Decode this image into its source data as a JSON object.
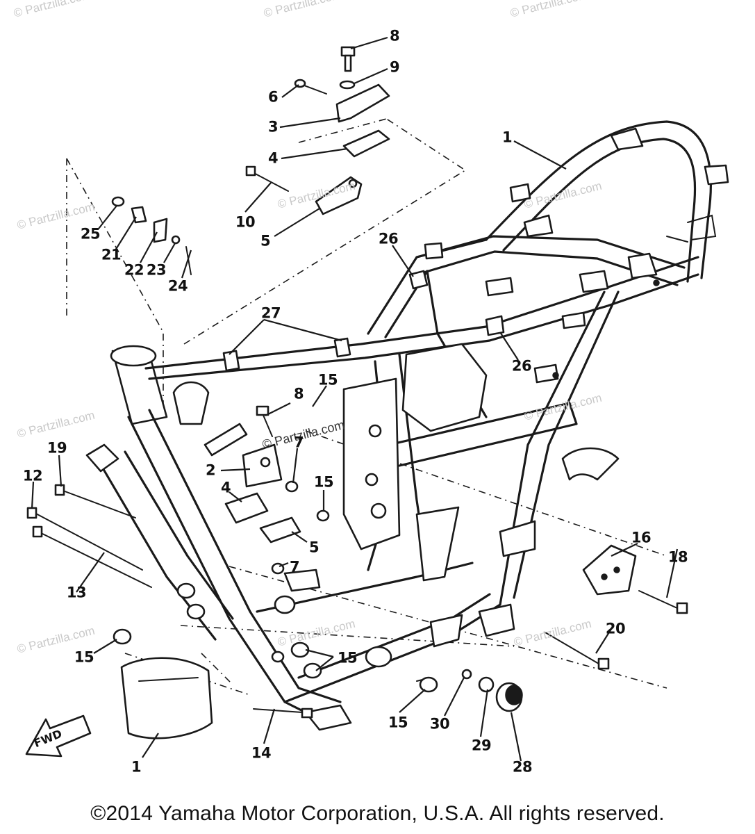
{
  "diagram": {
    "callouts": [
      {
        "id": "c8a",
        "label": "8"
      },
      {
        "id": "c9",
        "label": "9"
      },
      {
        "id": "c6",
        "label": "6"
      },
      {
        "id": "c3",
        "label": "3"
      },
      {
        "id": "c4a",
        "label": "4"
      },
      {
        "id": "c10",
        "label": "10"
      },
      {
        "id": "c5a",
        "label": "5"
      },
      {
        "id": "c1a",
        "label": "1"
      },
      {
        "id": "c25",
        "label": "25"
      },
      {
        "id": "c21",
        "label": "21"
      },
      {
        "id": "c22",
        "label": "22"
      },
      {
        "id": "c23",
        "label": "23"
      },
      {
        "id": "c24",
        "label": "24"
      },
      {
        "id": "c26a",
        "label": "26"
      },
      {
        "id": "c27",
        "label": "27"
      },
      {
        "id": "c26b",
        "label": "26"
      },
      {
        "id": "c15a",
        "label": "15"
      },
      {
        "id": "c8b",
        "label": "8"
      },
      {
        "id": "c7a",
        "label": "7"
      },
      {
        "id": "c2",
        "label": "2"
      },
      {
        "id": "c19",
        "label": "19"
      },
      {
        "id": "c12",
        "label": "12"
      },
      {
        "id": "c4b",
        "label": "4"
      },
      {
        "id": "c15b",
        "label": "15"
      },
      {
        "id": "c5b",
        "label": "5"
      },
      {
        "id": "c7b",
        "label": "7"
      },
      {
        "id": "c13",
        "label": "13"
      },
      {
        "id": "c16",
        "label": "16"
      },
      {
        "id": "c18",
        "label": "18"
      },
      {
        "id": "c20",
        "label": "20"
      },
      {
        "id": "c15c",
        "label": "15"
      },
      {
        "id": "c15d",
        "label": "15"
      },
      {
        "id": "c15e",
        "label": "15"
      },
      {
        "id": "c30",
        "label": "30"
      },
      {
        "id": "c29",
        "label": "29"
      },
      {
        "id": "c28",
        "label": "28"
      },
      {
        "id": "c14",
        "label": "14"
      },
      {
        "id": "c1b",
        "label": "1"
      }
    ],
    "fwd_label": "FWD",
    "watermark_text": "© Partzilla.com",
    "center_watermark": "© Partzilla.com"
  },
  "footer": {
    "copyright": "©2014  Yamaha Motor Corporation, U.S.A. All rights reserved."
  }
}
